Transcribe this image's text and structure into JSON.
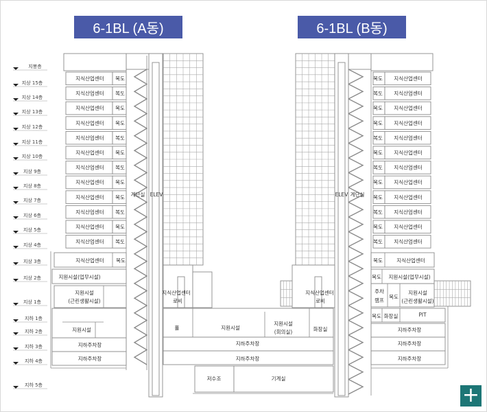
{
  "titles": {
    "a": "6-1BL (A동)",
    "b": "6-1BL (B동)"
  },
  "floor_levels": [
    "지붕층",
    "지상 15층",
    "지상 14층",
    "지상 13층",
    "지상 12층",
    "지상 11층",
    "지상 10층",
    "지상 9층",
    "지상 8층",
    "지상 7층",
    "지상 6층",
    "지상 5층",
    "지상 4층",
    "지상 3층",
    "지상 2층",
    "지상 1층",
    "지하 1층",
    "지하 2층",
    "지하 3층",
    "지하 4층",
    "지하 5층"
  ],
  "building_a": {
    "office_floors": {
      "room": "지식산업센터",
      "corridor": "복도",
      "count": 12
    },
    "floor3": {
      "room": "지식산업센터",
      "corridor": "복도"
    },
    "floor2": {
      "room": "지원시설(업무시설)"
    },
    "floor1": {
      "room_line1": "지원시설",
      "room_line2": "(근린생활시설)"
    },
    "b1_b2": {
      "room": "지원시설"
    },
    "b3": {
      "room": "지하주차장"
    },
    "b4": {
      "room": "지하주차장"
    },
    "core": {
      "stair": "계단실",
      "elevator": "ELEV"
    }
  },
  "building_b": {
    "office_floors": {
      "room": "지식산업센터",
      "corridor": "복도",
      "count": 12
    },
    "floor3": {
      "room": "지식산업센터",
      "corridor": "복도"
    },
    "floor2": {
      "room": "지원시설(업무시설)",
      "corridor": "복도"
    },
    "floor1": {
      "ramp_line1": "주차",
      "ramp_line2": "램프",
      "corridor": "복도",
      "room_line1": "지원시설",
      "room_line2": "(근린생활시설)"
    },
    "b1": {
      "corridor": "복도",
      "restroom": "화장실",
      "pit": "PIT"
    },
    "b2": {
      "room": "지하주차장"
    },
    "b3": {
      "room": "지하주차장"
    },
    "b4": {
      "room": "지하주차장"
    },
    "core": {
      "stair": "계단실",
      "elevator": "ELEV"
    }
  },
  "podium": {
    "lobby_a": {
      "line1": "지식산업센터",
      "line2": "로비"
    },
    "lobby_b": {
      "line1": "지식산업센터",
      "line2": "로비"
    },
    "hall": "홀",
    "support": "지원시설",
    "meeting_line1": "지원시설",
    "meeting_line2": "(회의실)",
    "restroom": "화장실",
    "parking_1": "지하주차장",
    "parking_2": "지하주차장",
    "water_tank": "저수조",
    "machine_room": "기계실"
  },
  "buttons": {
    "expand": "+"
  },
  "colors": {
    "title_bg": "#4a5aa8",
    "button_bg": "#1d7676",
    "line": "#8a8a8a"
  }
}
